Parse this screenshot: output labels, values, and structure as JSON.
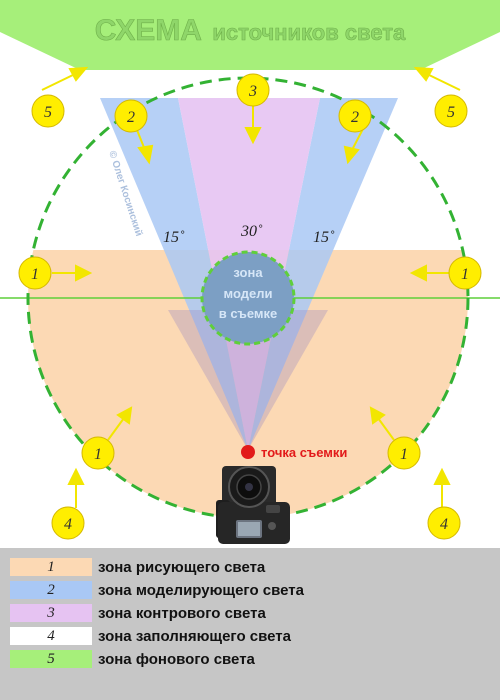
{
  "title": {
    "main": "СХЕМА",
    "rest": "источников света",
    "color": "#8fd66a"
  },
  "angles": {
    "left": "15˚",
    "center": "30˚",
    "right": "15˚"
  },
  "model_zone": {
    "line1": "зона",
    "line2": "модели",
    "line3": "в съемке"
  },
  "shoot_point": "точка съемки",
  "watermark": "© Олег Косинский",
  "markers": {
    "light_1": "1",
    "light_2": "2",
    "light_3": "3",
    "light_4": "4",
    "light_5": "5"
  },
  "colors": {
    "zone_1": "#fcd9b4",
    "zone_2": "#a9c8f5",
    "zone_3": "#e6c3f2",
    "zone_4": "#ffffff",
    "zone_5": "#a6ef7a",
    "marker": "#ffee00",
    "arrow": "#f2e600",
    "circle": "#33b233",
    "shoot_point": "#e21a1a"
  },
  "legend": [
    {
      "number": "1",
      "label": "зона рисующего света",
      "color": "#fcd9b4"
    },
    {
      "number": "2",
      "label": "зона моделирующего света",
      "color": "#a9c8f5"
    },
    {
      "number": "3",
      "label": "зона контрового света",
      "color": "#e6c3f2"
    },
    {
      "number": "4",
      "label": "зона заполняющего света",
      "color": "#ffffff"
    },
    {
      "number": "5",
      "label": "зона фонового света",
      "color": "#a6ef7a"
    }
  ]
}
